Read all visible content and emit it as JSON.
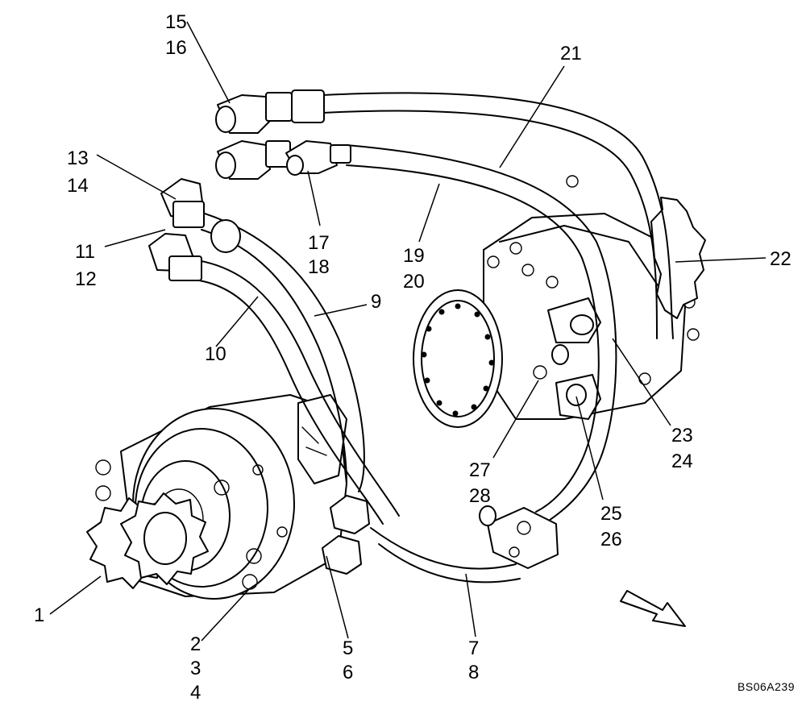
{
  "figure": {
    "id": "BS06A239"
  },
  "callouts": [
    {
      "id": "c1",
      "lines": [
        "1"
      ]
    },
    {
      "id": "c2",
      "lines": [
        "2",
        "3",
        "4"
      ]
    },
    {
      "id": "c5",
      "lines": [
        "5",
        "6"
      ]
    },
    {
      "id": "c7",
      "lines": [
        "7",
        "8"
      ]
    },
    {
      "id": "c9",
      "lines": [
        "9"
      ]
    },
    {
      "id": "c10",
      "lines": [
        "10"
      ]
    },
    {
      "id": "c11",
      "lines": [
        "11",
        "12"
      ]
    },
    {
      "id": "c13",
      "lines": [
        "13",
        "14"
      ]
    },
    {
      "id": "c15",
      "lines": [
        "15",
        "16"
      ]
    },
    {
      "id": "c17",
      "lines": [
        "17",
        "18"
      ]
    },
    {
      "id": "c19",
      "lines": [
        "19",
        "20"
      ]
    },
    {
      "id": "c21",
      "lines": [
        "21"
      ]
    },
    {
      "id": "c22",
      "lines": [
        "22"
      ]
    },
    {
      "id": "c23",
      "lines": [
        "23",
        "24"
      ]
    },
    {
      "id": "c25",
      "lines": [
        "25",
        "26"
      ]
    },
    {
      "id": "c27",
      "lines": [
        "27",
        "28"
      ]
    }
  ],
  "icons": {
    "direction": "direction-arrow-icon"
  }
}
